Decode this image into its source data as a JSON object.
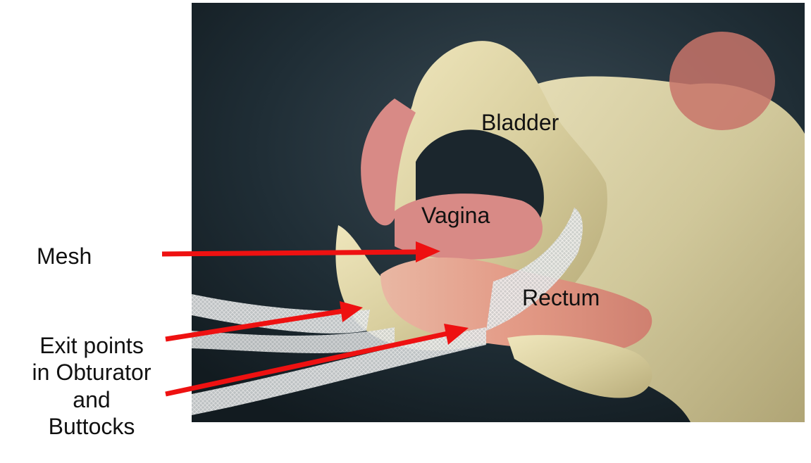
{
  "labels": {
    "bladder": "Bladder",
    "vagina": "Vagina",
    "rectum": "Rectum",
    "mesh": "Mesh",
    "exit_points": [
      "Exit points",
      "in Obturator",
      "and",
      "Buttocks"
    ]
  },
  "colors": {
    "background_dark": "#1c2830",
    "bone": "#d8cfa0",
    "vagina_tissue": "#d88a86",
    "rectum_tissue": "#e8a590",
    "mesh": "#e6e6e6",
    "arrow": "#ee1111"
  }
}
